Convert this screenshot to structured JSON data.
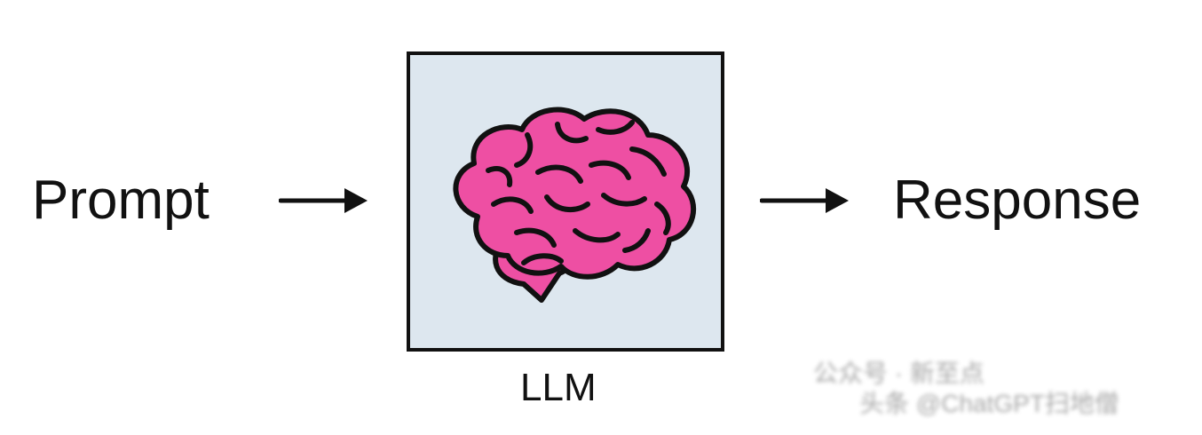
{
  "diagram": {
    "input_label": "Prompt",
    "model_label": "LLM",
    "output_label": "Response"
  },
  "watermark": {
    "line1": "公众号 · 新至点",
    "line2": "头条 @ChatGPT扫地僧"
  },
  "colors": {
    "box_fill": "#dde7ef",
    "box_border": "#111111",
    "brain_fill": "#ee4fa3",
    "brain_outline": "#111111",
    "arrow": "#111111",
    "text": "#111111"
  },
  "icons": {
    "brain": "brain-icon",
    "arrow_in": "arrow-right-icon",
    "arrow_out": "arrow-right-icon"
  }
}
